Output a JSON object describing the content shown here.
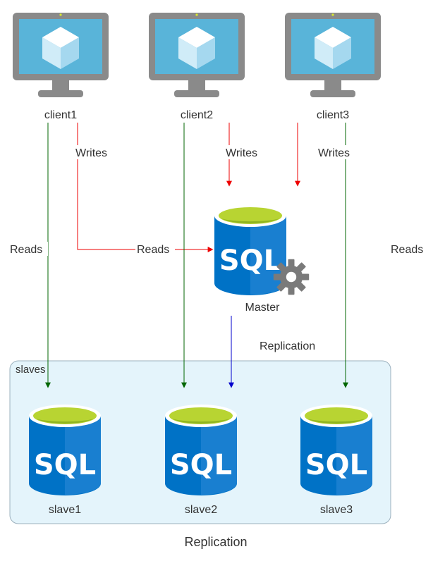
{
  "caption": "Replication",
  "group": {
    "label": "slaves"
  },
  "clients": [
    {
      "label": "client1"
    },
    {
      "label": "client2"
    },
    {
      "label": "client3"
    }
  ],
  "master": {
    "label": "Master",
    "db_text": "SQL"
  },
  "slaves": [
    {
      "label": "slave1",
      "db_text": "SQL"
    },
    {
      "label": "slave2",
      "db_text": "SQL"
    },
    {
      "label": "slave3",
      "db_text": "SQL"
    }
  ],
  "edges": {
    "client1_reads": "Reads",
    "client1_writes": "Writes",
    "client2_reads": "Reads",
    "client2_writes": "Writes",
    "client3_writes": "Writes",
    "client3_reads": "Reads",
    "replication": "Replication"
  },
  "colors": {
    "reads": "#006600",
    "writes": "#ee0000",
    "replication": "#0000cc",
    "monitor_frame": "#8a8a8a",
    "monitor_screen": "#59b4d9",
    "db_blue": "#0072c6",
    "db_top": "#b8d432",
    "gear": "#7a7a7a",
    "group_fill": "#e4f4fb",
    "group_stroke": "#9bb0bd"
  }
}
